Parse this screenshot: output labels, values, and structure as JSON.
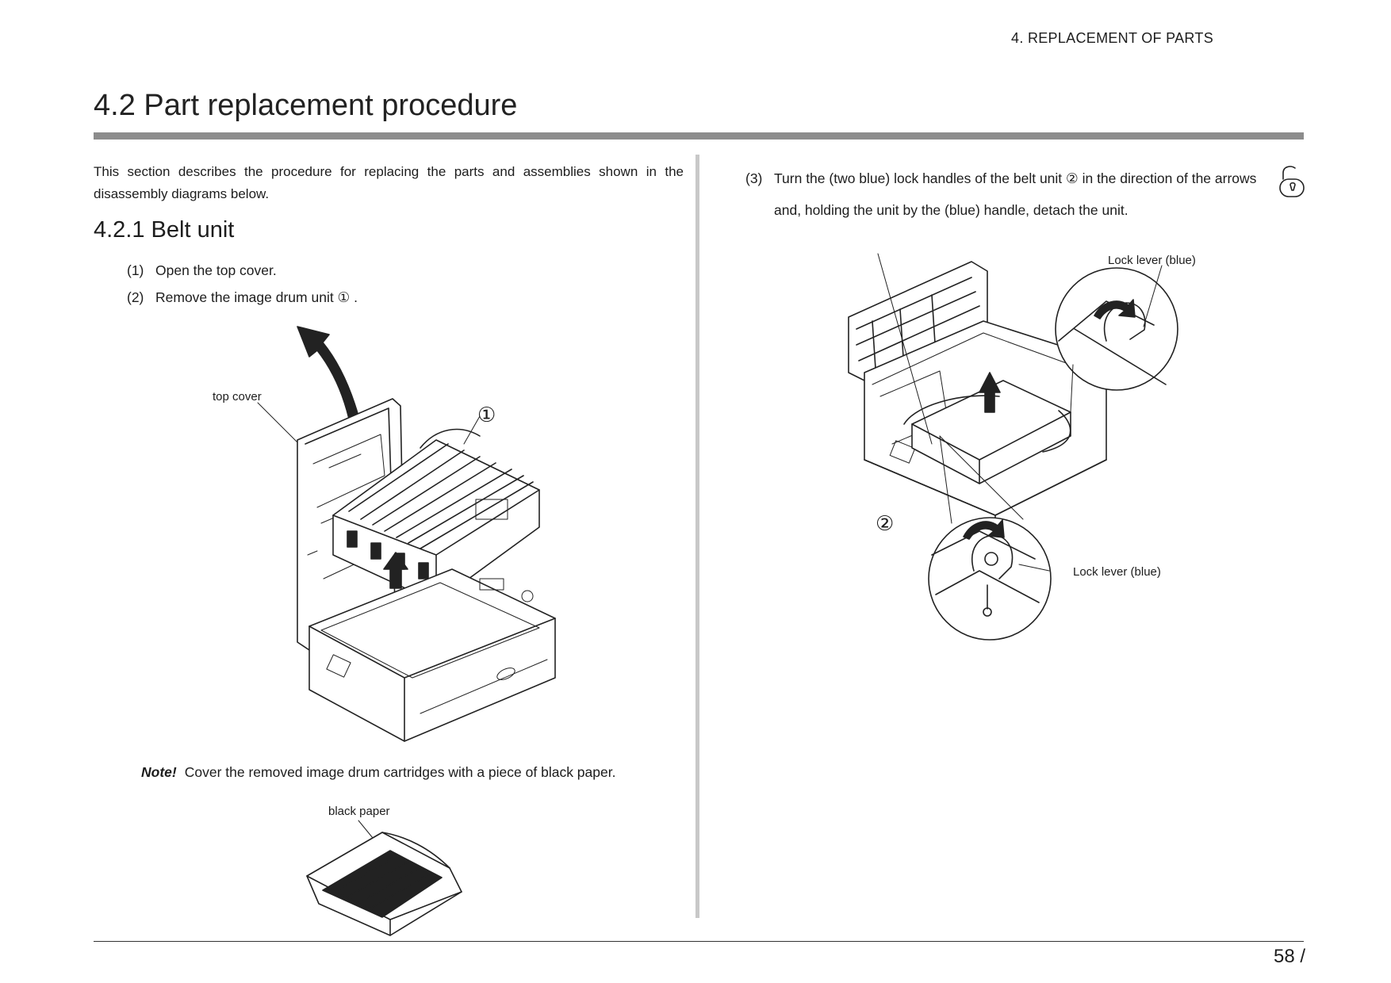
{
  "header": {
    "chapter": "4.  REPLACEMENT OF PARTS",
    "title": "4.2  Part replacement procedure"
  },
  "left_column": {
    "intro": "This section describes the procedure for replacing the parts and assemblies shown in the disassembly diagrams below.",
    "subsection_title": "4.2.1 Belt unit",
    "steps": [
      {
        "number": "(1)",
        "text": "Open the top cover."
      },
      {
        "number": "(2)",
        "text": "Remove the image drum unit ① ."
      }
    ],
    "figure1": {
      "label_top_cover": "top cover",
      "callout_1": "①"
    },
    "note": {
      "label": "Note!",
      "text": "Cover the removed image drum cartridges with a piece of black paper."
    },
    "figure2": {
      "label_black_paper": "black paper"
    }
  },
  "right_column": {
    "step3": {
      "number": "(3)",
      "line1": "Turn the (two blue) lock handles of the belt unit ② in the direction of the arrows",
      "line2": "and, holding the unit by the (blue) handle, detach the unit.",
      "icon": "unlock-icon"
    },
    "figure3": {
      "label_lock_lever_top": "Lock lever (blue)",
      "label_lock_lever_bottom": "Lock lever (blue)",
      "callout_2": "②"
    }
  },
  "footer": {
    "page_number": "58 /"
  }
}
